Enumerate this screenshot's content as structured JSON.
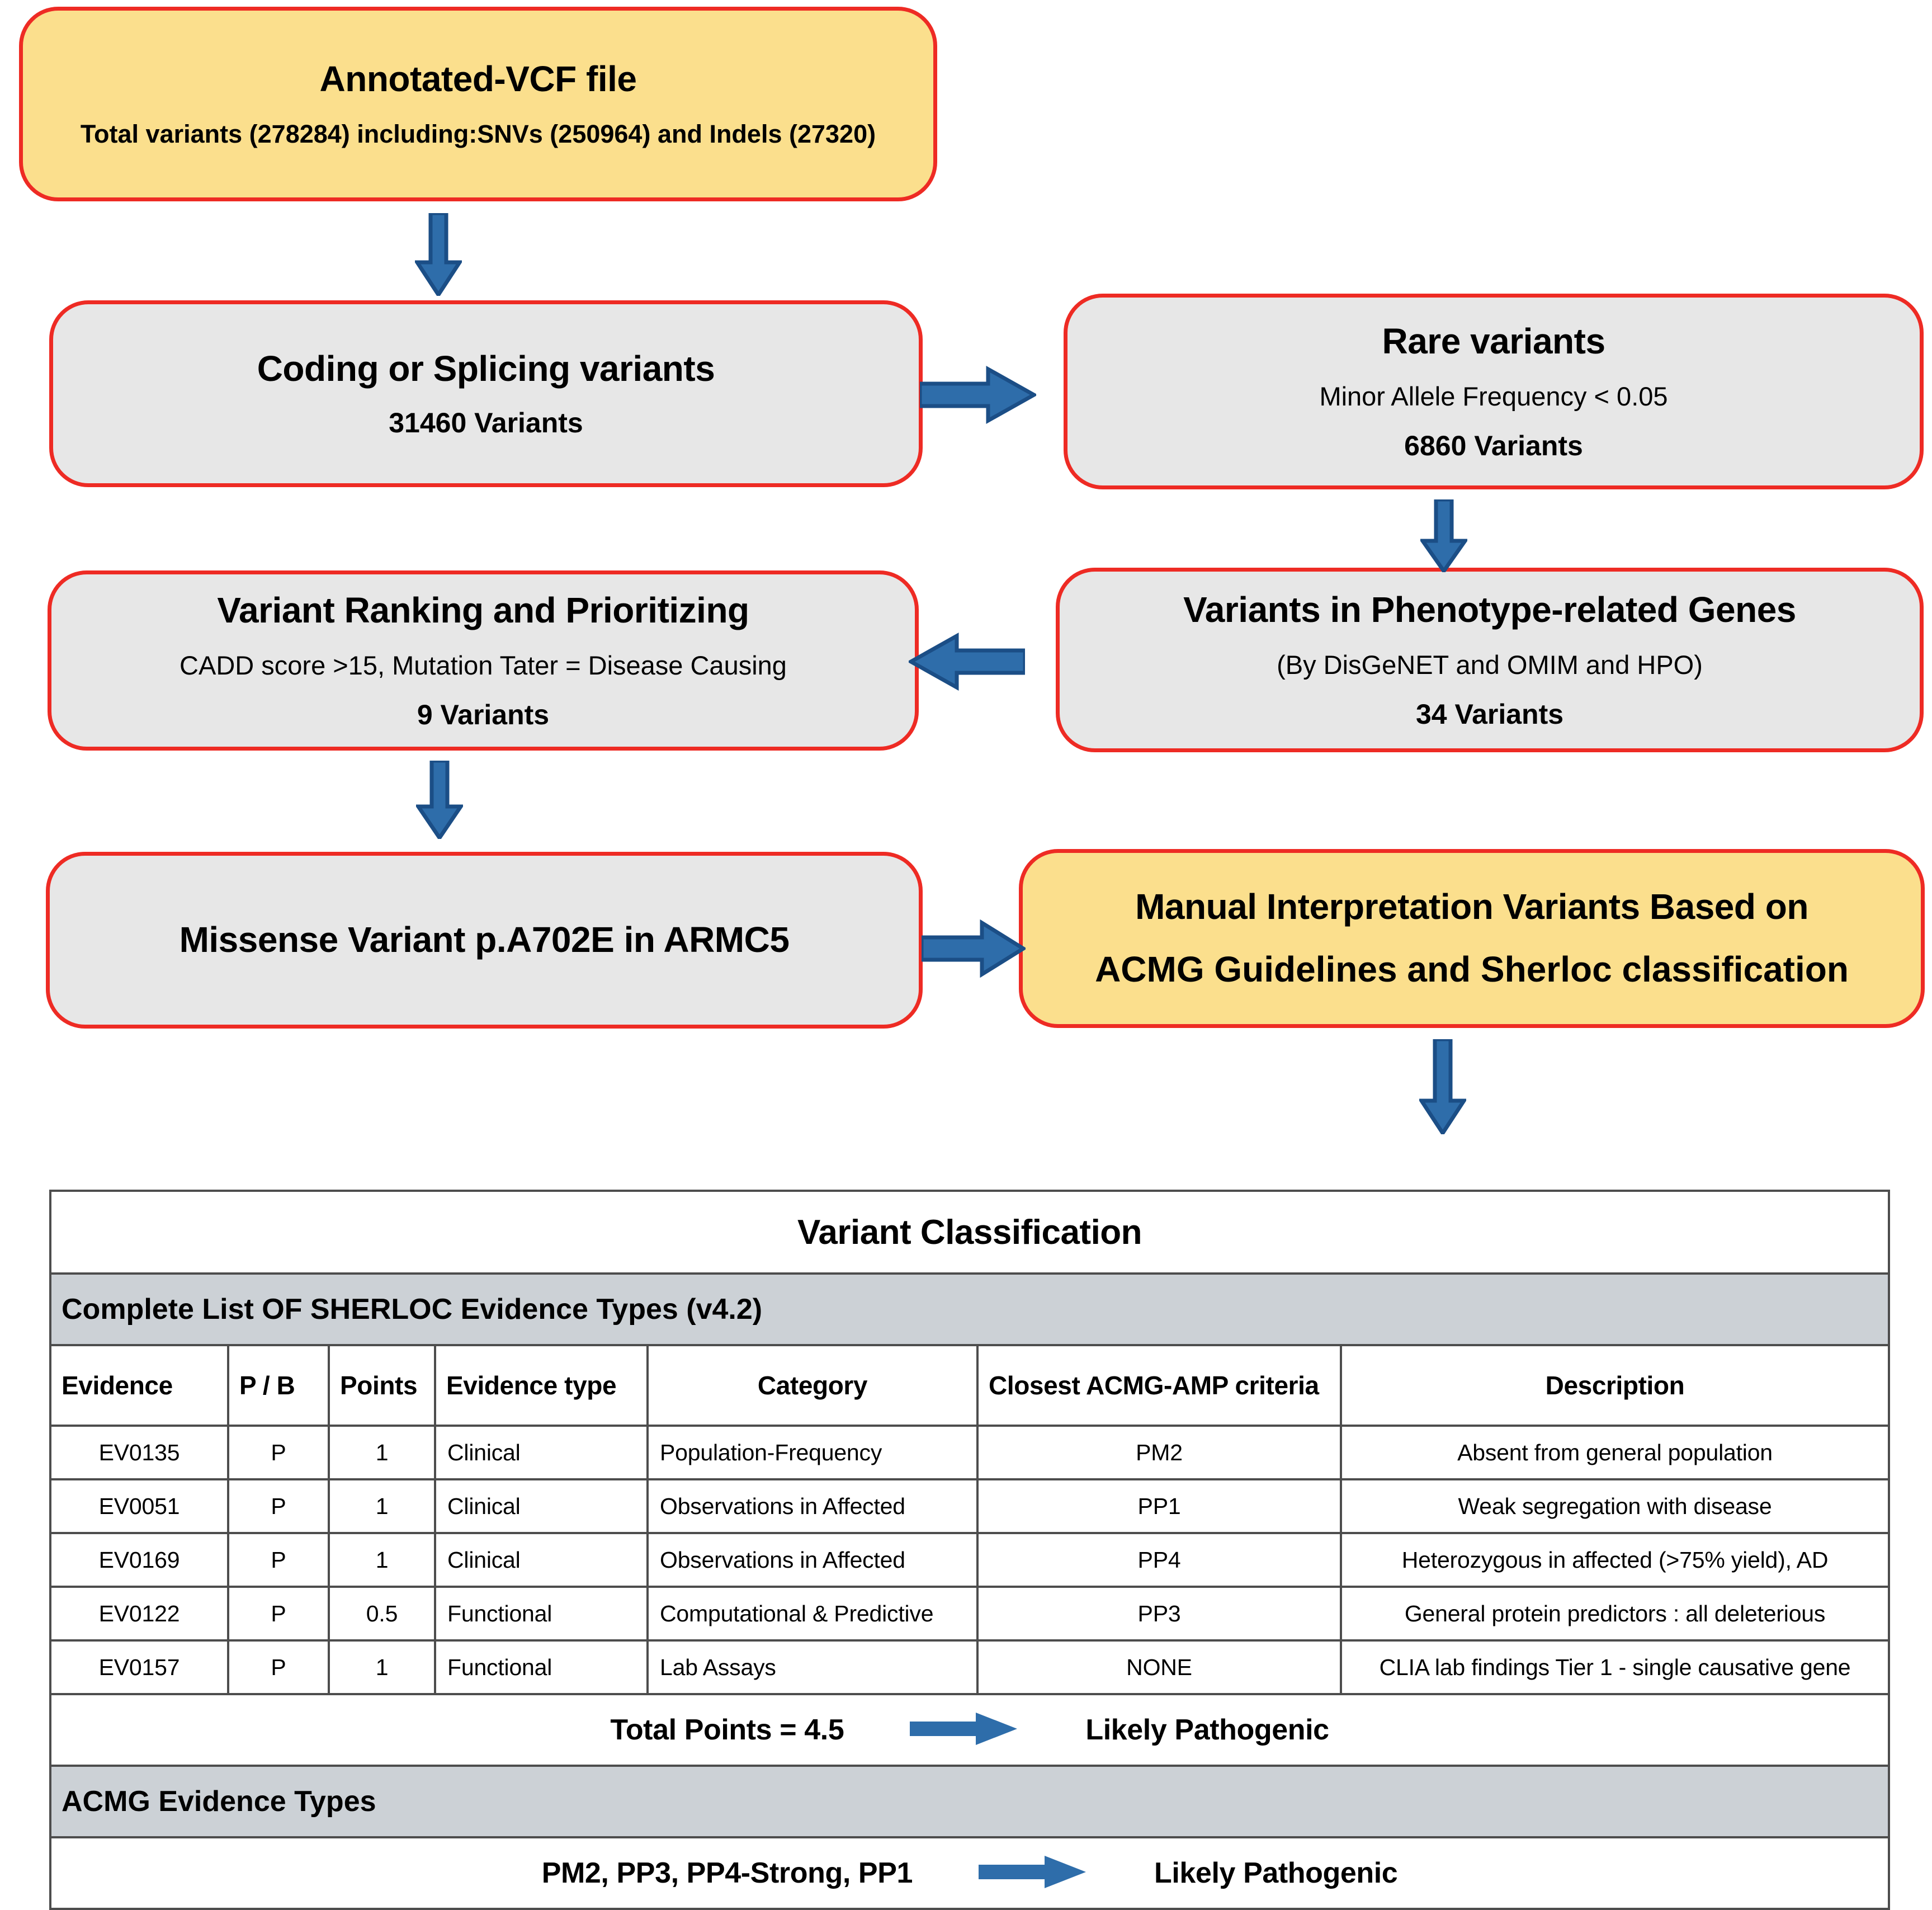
{
  "flowchart": {
    "nodes": [
      {
        "id": "annotated-vcf",
        "title": "Annotated-VCF file",
        "sub": "Total variants (278284) including:SNVs (250964) and Indels (27320)",
        "fill": "#fbdf8d",
        "border": "#ee2b24"
      },
      {
        "id": "coding-splicing",
        "title": "Coding or Splicing variants",
        "count": "31460 Variants",
        "fill": "#e7e7e7",
        "border": "#ee2b24"
      },
      {
        "id": "rare-variants",
        "title": "Rare variants",
        "sub": "Minor Allele Frequency < 0.05",
        "count": "6860 Variants",
        "fill": "#e7e7e7",
        "border": "#ee2b24"
      },
      {
        "id": "variant-ranking",
        "title": "Variant Ranking and Prioritizing",
        "sub": "CADD score >15, Mutation Tater = Disease Causing",
        "count": "9 Variants",
        "fill": "#e7e7e7",
        "border": "#ee2b24"
      },
      {
        "id": "phenotype-genes",
        "title": "Variants in Phenotype-related Genes",
        "sub": "(By DisGeNET and OMIM and HPO)",
        "count": "34 Variants",
        "fill": "#e7e7e7",
        "border": "#ee2b24"
      },
      {
        "id": "missense-variant",
        "title": "Missense Variant p.A702E in ARMC5",
        "fill": "#e7e7e7",
        "border": "#ee2b24"
      },
      {
        "id": "manual-interpretation",
        "title": "Manual   Interpretation   Variants   Based   on",
        "line2": "ACMG Guidelines and Sherloc classification",
        "fill": "#fbdf8d",
        "border": "#ee2b24"
      }
    ],
    "arrow_color": "#2e6daa",
    "arrow_edge_color": "#1b4e86"
  },
  "table": {
    "title": "Variant Classification",
    "sherloc_band": "Complete List OF SHERLOC Evidence Types (v4.2)",
    "acmg_band": "ACMG Evidence Types",
    "headers": [
      "Evidence",
      "P / B",
      "Points",
      "Evidence type",
      "Category",
      "Closest ACMG-AMP criteria",
      "Description"
    ],
    "rows": [
      {
        "evidence": "EV0135",
        "pb": "P",
        "points": "1",
        "evidence_type": "Clinical",
        "category": "Population-Frequency",
        "acmg": "PM2",
        "description": "Absent from general population"
      },
      {
        "evidence": "EV0051",
        "pb": "P",
        "points": "1",
        "evidence_type": "Clinical",
        "category": "Observations in Affected",
        "acmg": "PP1",
        "description": "Weak segregation with disease"
      },
      {
        "evidence": "EV0169",
        "pb": "P",
        "points": "1",
        "evidence_type": "Clinical",
        "category": "Observations in Affected",
        "acmg": "PP4",
        "description": "Heterozygous in affected (>75% yield), AD"
      },
      {
        "evidence": "EV0122",
        "pb": "P",
        "points": "0.5",
        "evidence_type": "Functional",
        "category": "Computational & Predictive",
        "acmg": "PP3",
        "description": "General protein predictors : all deleterious"
      },
      {
        "evidence": "EV0157",
        "pb": "P",
        "points": "1",
        "evidence_type": "Functional",
        "category": "Lab Assays",
        "acmg": "NONE",
        "description": "CLIA lab findings Tier 1 - single causative gene"
      }
    ],
    "sherloc_summary": {
      "label": "Total Points = 4.5",
      "result": "Likely Pathogenic"
    },
    "acmg_summary": {
      "label": "PM2, PP3, PP4-Strong, PP1",
      "result": "Likely Pathogenic"
    },
    "band_fill": "#ccd1d6",
    "border_color": "#4d4d4d"
  }
}
